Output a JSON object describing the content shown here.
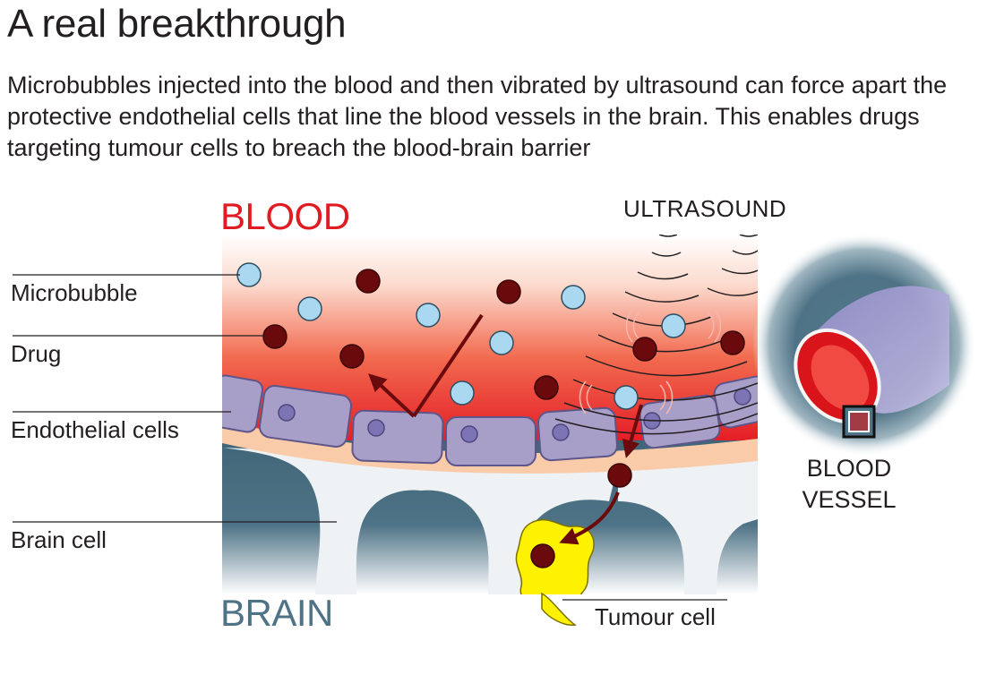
{
  "header": {
    "title": "A real breakthrough",
    "subtitle": "Microbubbles injected into the blood and then vibrated by ultrasound can force apart the protective endothelial cells that line the blood vessels in the brain. This enables drugs targeting tumour cells to breach the blood-brain barrier"
  },
  "diagram": {
    "blood_label": "BLOOD",
    "brain_label": "BRAIN",
    "ultrasound_label": "ULTRASOUND",
    "vessel_label": "BLOOD VESSEL",
    "callouts": {
      "microbubble": "Microbubble",
      "drug": "Drug",
      "endothelial": "Endothelial cells",
      "brain_cell": "Brain cell",
      "tumour": "Tumour cell"
    }
  },
  "colors": {
    "blood_red": "#e11b22",
    "brain_blue": "#4f7386",
    "endothelial": "#a79fc8",
    "microbubble": "#a9d8f0",
    "drug": "#6b0a0c",
    "tumour": "#fff200",
    "membrane": "#f9cba8"
  }
}
